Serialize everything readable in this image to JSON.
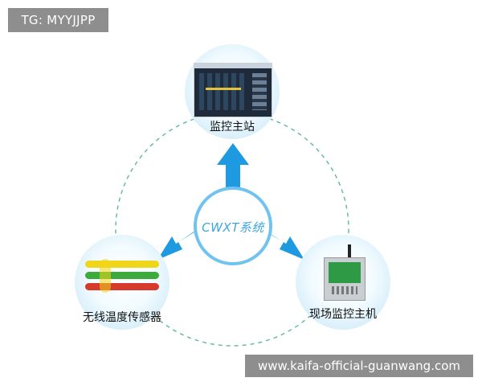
{
  "badge": {
    "text": "TG: MYYJJPP"
  },
  "center": {
    "label": "CWXT系统"
  },
  "nodes": {
    "top": {
      "label": "监控主站"
    },
    "left": {
      "label": "无线温度传感器"
    },
    "right": {
      "label": "现场监控主机"
    }
  },
  "watermark": {
    "text": "www.kaifa-official-guanwang.com"
  },
  "colors": {
    "arrow": "#1e9be0",
    "ring_dashed": "#5cb8a6",
    "circle_fill": "#cfeaf8",
    "center_border": "#6fc3ee"
  },
  "icons": [
    "monitor-screenshot-image",
    "sensor-cables-image",
    "controller-device-image"
  ]
}
